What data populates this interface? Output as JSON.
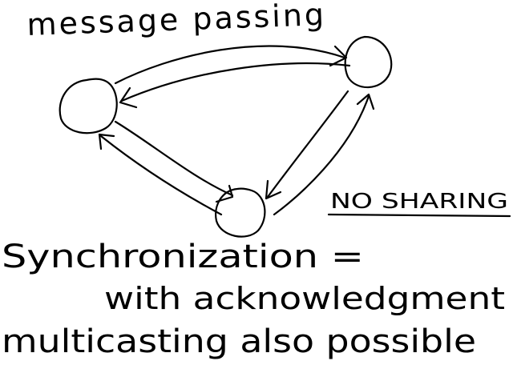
{
  "diagram": {
    "title": "message passing",
    "note": "NO SHARING",
    "line1": "Synchronization =",
    "line2": "with acknowledgment",
    "line3": "multicasting also possible",
    "ink_color": "#000000",
    "background_color": "#ffffff",
    "nodes": [
      "left-node",
      "right-node",
      "bottom-node"
    ]
  }
}
